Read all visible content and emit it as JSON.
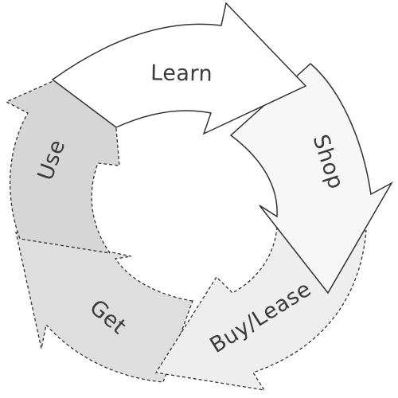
{
  "stages": [
    {
      "label": "Learn",
      "fill": "#ffffff",
      "stroke": "#333333",
      "dashed": false
    },
    {
      "label": "Shop",
      "fill": "#f7f7f7",
      "stroke": "#333333",
      "dashed": false
    },
    {
      "label": "Buy/Lease",
      "fill": "#eeeeee",
      "stroke": "#333333",
      "dashed": true
    },
    {
      "label": "Get",
      "fill": "#dedede",
      "stroke": "#333333",
      "dashed": true
    },
    {
      "label": "Use",
      "fill": "#d6d6d6",
      "stroke": "#333333",
      "dashed": true
    }
  ]
}
